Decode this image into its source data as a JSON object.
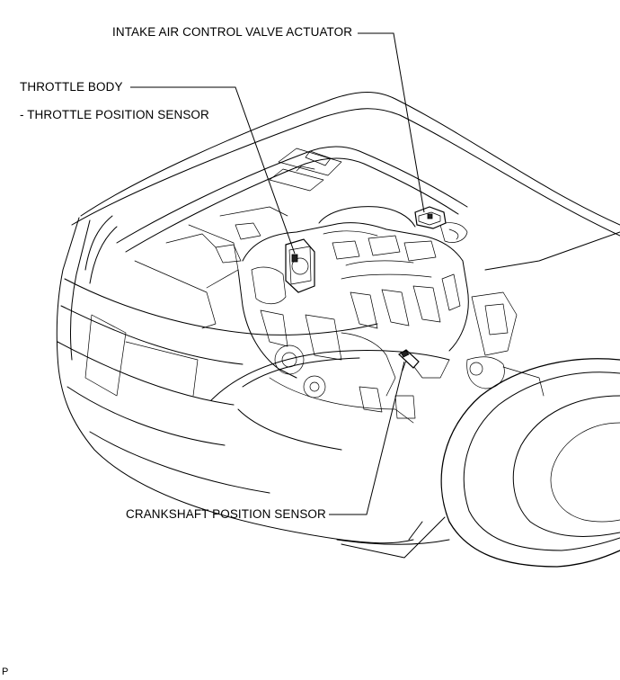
{
  "labels": {
    "intake_air_control_valve_actuator": "INTAKE AIR CONTROL VALVE ACTUATOR",
    "throttle_body": "THROTTLE BODY",
    "throttle_position_sensor": "- THROTTLE POSITION SENSOR",
    "crankshaft_position_sensor": "CRANKSHAFT POSITION SENSOR"
  },
  "figure_code": "P"
}
